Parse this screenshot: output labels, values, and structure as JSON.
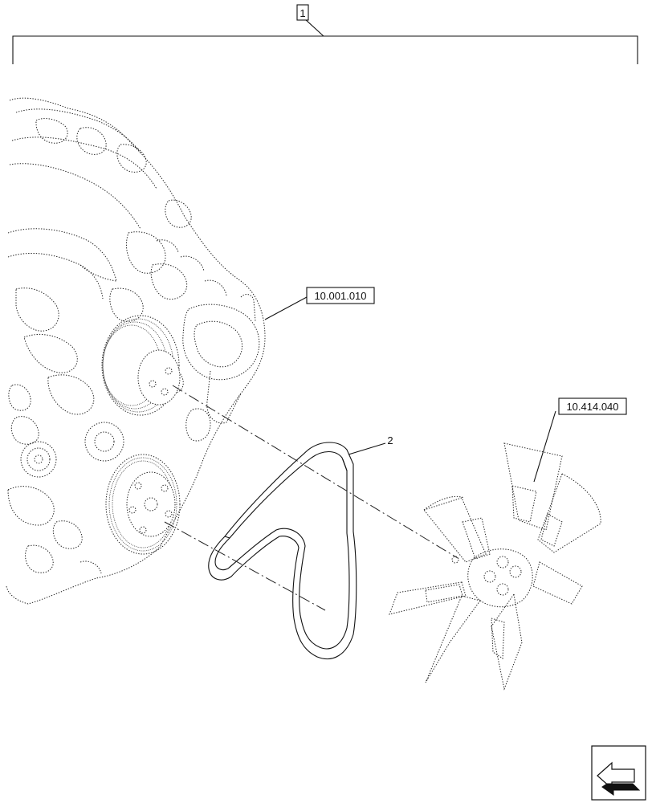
{
  "callouts": {
    "assembly": "1",
    "water_pump_ref": "10.001.010",
    "fan_ref": "10.414.040",
    "belt_item": "2"
  },
  "icons": {
    "navigation": "back-arrow-icon"
  },
  "colors": {
    "line": "#111111",
    "background": "#ffffff"
  }
}
